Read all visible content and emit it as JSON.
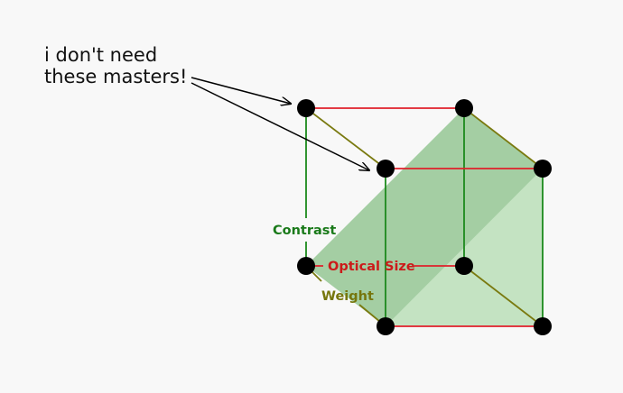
{
  "annotation": {
    "line1": "i don't need",
    "line2": "these masters!"
  },
  "axes": {
    "contrast": "Contrast",
    "optical_size": "Optical Size",
    "weight": "Weight"
  },
  "colors": {
    "background": "#f8f8f8",
    "contrast_axis": "#1c8a1c",
    "optical_size_axis": "#e0202a",
    "weight_axis": "#7a7a10",
    "contrast_label": "#1a7a1a",
    "optical_size_label": "#cc1a1a",
    "weight_label": "#76760c",
    "plane_light": "#c4e3c2",
    "plane_dark": "#a4cea3",
    "master_dot": "#000000",
    "arrow": "#000000"
  },
  "masters": [
    {
      "name": "back-top-left",
      "needed": false
    },
    {
      "name": "back-top-right",
      "needed": true
    },
    {
      "name": "front-top-left",
      "needed": false
    },
    {
      "name": "front-top-right",
      "needed": true
    },
    {
      "name": "back-bottom-left",
      "needed": true
    },
    {
      "name": "back-bottom-right",
      "needed": true
    },
    {
      "name": "front-bottom-left",
      "needed": true
    },
    {
      "name": "front-bottom-right",
      "needed": true
    }
  ]
}
